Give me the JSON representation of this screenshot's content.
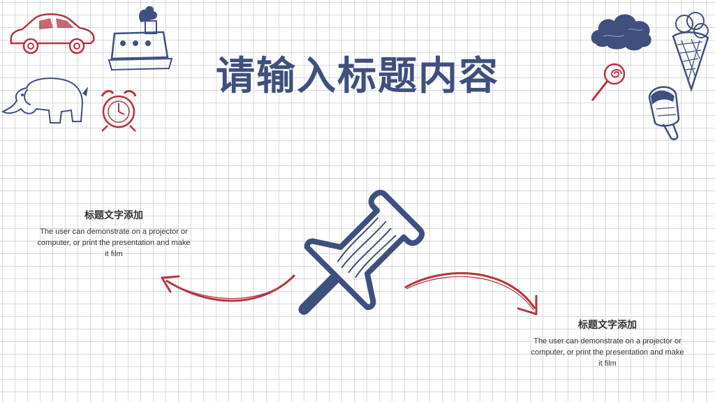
{
  "slide": {
    "title": "请输入标题内容"
  },
  "blocks": [
    {
      "heading": "标题文字添加",
      "body": "The user can demonstrate on a projector or computer, or print the presentation and make it film"
    },
    {
      "heading": "标题文字添加",
      "body": "The user can demonstrate on a projector or computer, or print the presentation and make it film"
    }
  ],
  "colors": {
    "navy": "#3f4f7e",
    "red": "#b8333f",
    "grid": "#d9d9de",
    "text": "#333333"
  },
  "icons": [
    "car-icon",
    "ship-icon",
    "elephant-icon",
    "alarm-clock-icon",
    "cloud-icon",
    "ice-cream-cone-icon",
    "lollipop-icon",
    "popsicle-icon",
    "push-pin-icon",
    "arrow-left-icon",
    "arrow-right-icon"
  ]
}
